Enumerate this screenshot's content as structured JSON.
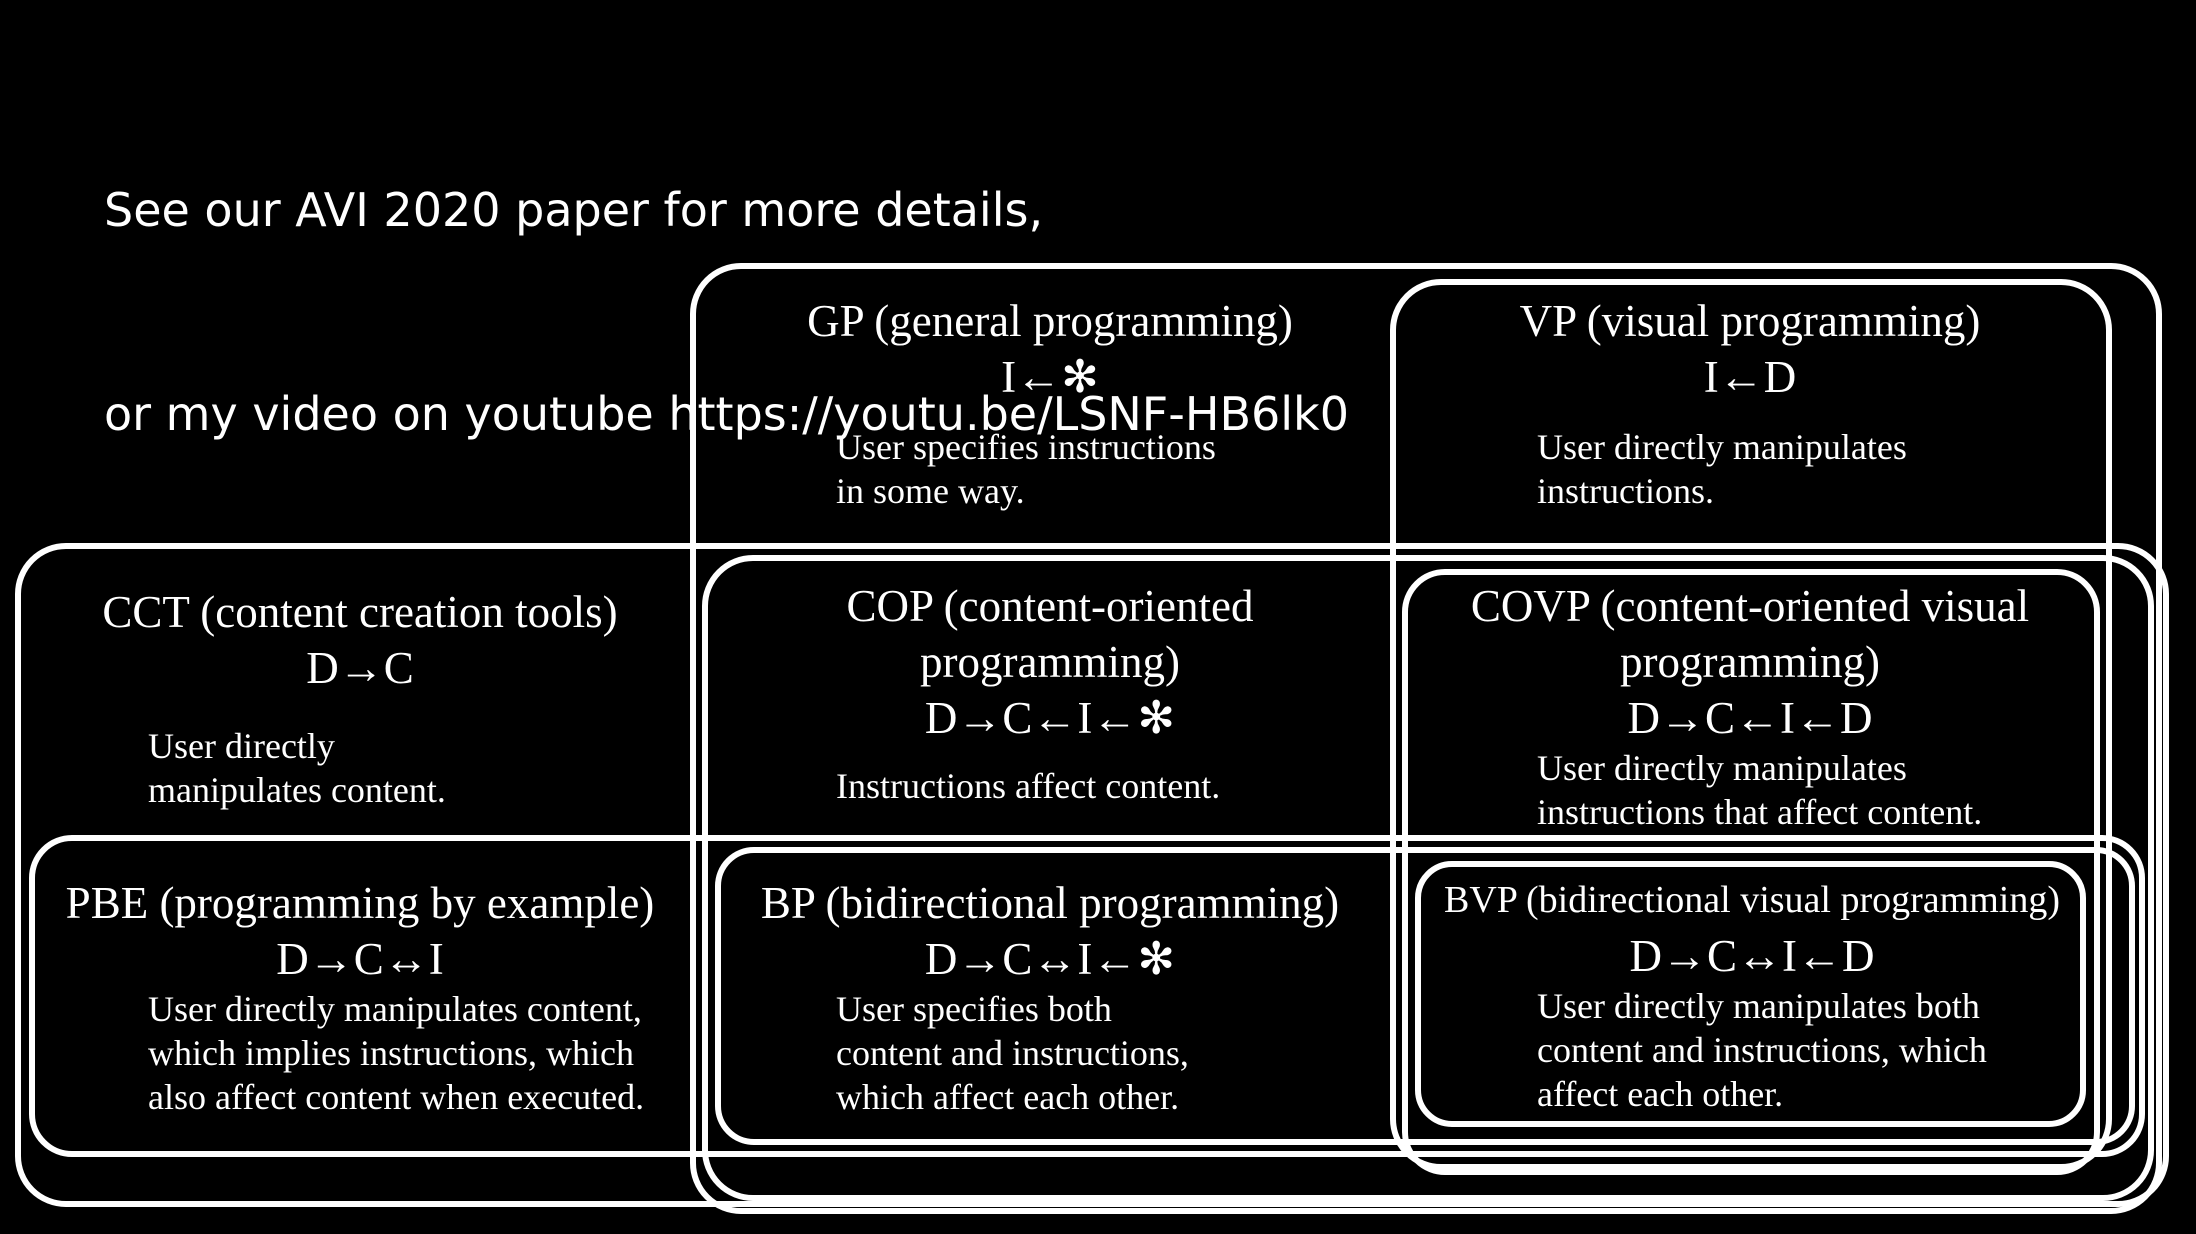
{
  "header": {
    "line1": "See our AVI 2020 paper for more details,",
    "line2": "or my video on youtube https://youtu.be/LSNF-HB6lk0"
  },
  "cells": {
    "gp": {
      "title": "GP (general programming)",
      "formula": "I←✻",
      "desc": "User specifies instructions\nin some way."
    },
    "vp": {
      "title": "VP (visual programming)",
      "formula": "I←D",
      "desc": "User directly manipulates\ninstructions."
    },
    "cct": {
      "title": "CCT (content creation tools)",
      "formula": "D→C",
      "desc": "User directly\nmanipulates content."
    },
    "cop": {
      "title": "COP (content-oriented\nprogramming)",
      "formula": "D→C←I←✻",
      "desc": "Instructions affect content."
    },
    "covp": {
      "title": "COVP (content-oriented visual\nprogramming)",
      "formula": "D→C←I←D",
      "desc": "User directly manipulates\ninstructions that affect content."
    },
    "pbe": {
      "title": "PBE (programming by example)",
      "formula": "D→C↔I",
      "desc": "User directly manipulates content,\nwhich implies instructions, which\nalso affect content when executed."
    },
    "bp": {
      "title": "BP (bidirectional programming)",
      "formula": "D→C↔I←✻",
      "desc": "User specifies both\ncontent and instructions,\nwhich affect each other."
    },
    "bvp": {
      "title": "BVP (bidirectional visual programming)",
      "formula": "D→C↔I←D",
      "desc": "User directly manipulates both\ncontent and instructions, which\naffect each other."
    }
  }
}
